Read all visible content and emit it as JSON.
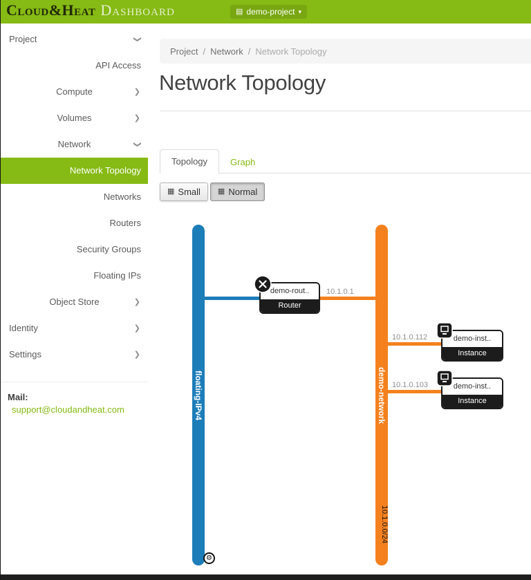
{
  "topbar": {
    "brand": {
      "name": "Cloud&Heat",
      "suffix": "Dashboard"
    },
    "project_selector": {
      "label": "demo-project"
    }
  },
  "sidebar": {
    "items": [
      {
        "label": "Project"
      },
      {
        "label": "API Access"
      },
      {
        "label": "Compute"
      },
      {
        "label": "Volumes"
      },
      {
        "label": "Network"
      },
      {
        "label": "Network Topology"
      },
      {
        "label": "Networks"
      },
      {
        "label": "Routers"
      },
      {
        "label": "Security Groups"
      },
      {
        "label": "Floating IPs"
      },
      {
        "label": "Object Store"
      },
      {
        "label": "Identity"
      },
      {
        "label": "Settings"
      }
    ],
    "mail_label": "Mail:",
    "mail_address": "support@cloudandheat.com"
  },
  "breadcrumb": {
    "items": [
      "Project",
      "Network",
      "Network Topology"
    ],
    "separator": "/"
  },
  "page": {
    "title": "Network Topology"
  },
  "tabs": [
    {
      "label": "Topology"
    },
    {
      "label": "Graph"
    }
  ],
  "size_buttons": [
    {
      "label": "Small"
    },
    {
      "label": "Normal"
    }
  ],
  "topology": {
    "networks": [
      {
        "name": "floating-IPv4",
        "color": "#1d7db9"
      },
      {
        "name": "demo-network",
        "color": "#f5811e",
        "cidr": "10.1.0.0/24"
      }
    ],
    "router": {
      "name": "demo-rout..",
      "type_label": "Router",
      "ip": "10.1.0.1"
    },
    "instances": [
      {
        "name": "demo-inst..",
        "type_label": "Instance",
        "ip": "10.1.0.112"
      },
      {
        "name": "demo-inst..",
        "type_label": "Instance",
        "ip": "10.1.0.103"
      }
    ]
  },
  "icons": {
    "grid": "▦",
    "menu": "▤",
    "caret_down": "▾",
    "chevron": "❯",
    "gear": "⚙"
  },
  "colors": {
    "accent_green": "#86ba14",
    "network_blue": "#1d7db9",
    "network_orange": "#f5811e"
  }
}
